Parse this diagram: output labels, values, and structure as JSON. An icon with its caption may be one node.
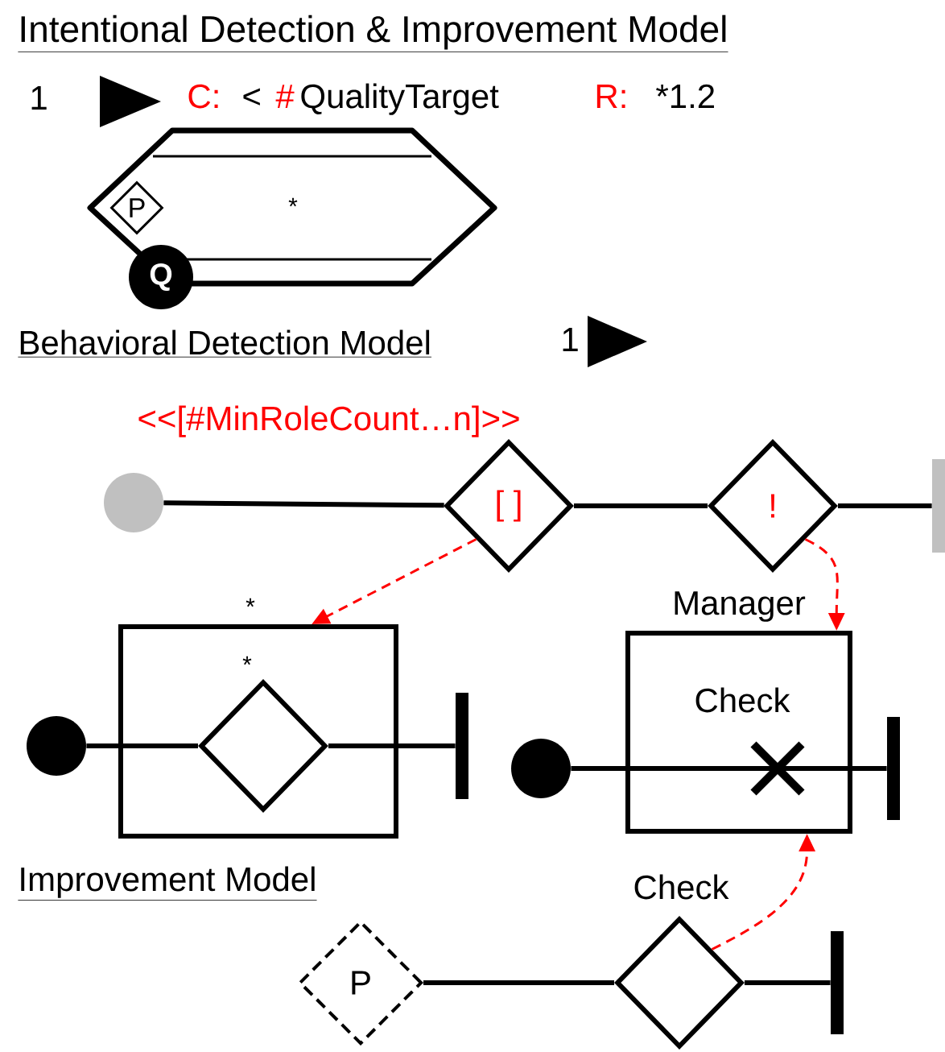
{
  "diagram": {
    "title": "Intentional Detection & Improvement Model",
    "nodes": [
      {
        "text": [
          "*"
        ]
      },
      {
        "text": [
          "P"
        ],
        "in": 0
      },
      {
        "text": [
          "Q"
        ]
      },
      {
        "text": [],
        "shape": "circle"
      },
      {
        "text": [
          "[ ]"
        ]
      },
      {
        "text": [
          "!"
        ]
      },
      {
        "text": [],
        "shape": "bar"
      },
      {
        "text": [],
        "shape": "box",
        "beside": [
          "*"
        ]
      },
      {
        "text": [],
        "shape": "diamond",
        "in": 7,
        "beside": [
          "*"
        ]
      },
      {
        "text": [],
        "shape": "circle"
      },
      {
        "text": [],
        "shape": "bar"
      },
      {
        "text": [
          "Check"
        ],
        "beside": [
          "Manager"
        ]
      },
      {
        "text": [],
        "shape": "cross",
        "in": 11
      },
      {
        "text": [],
        "shape": "circle"
      },
      {
        "text": [],
        "shape": "bar"
      },
      {
        "text": [
          "P"
        ]
      },
      {
        "text": [],
        "shape": "diamond",
        "beside": [
          "Check"
        ]
      },
      {
        "text": [],
        "shape": "bar"
      }
    ],
    "edges": [
      {
        "from": 3,
        "to": 4,
        "arrow": "none"
      },
      {
        "from": 4,
        "to": 5,
        "arrow": "none"
      },
      {
        "from": 5,
        "to": 6,
        "arrow": "none"
      },
      {
        "from": 9,
        "to": 8,
        "arrow": "none"
      },
      {
        "from": 8,
        "to": 10,
        "arrow": "none"
      },
      {
        "from": 13,
        "to": 12,
        "arrow": "none"
      },
      {
        "from": 12,
        "to": 14,
        "arrow": "none"
      },
      {
        "from": 15,
        "to": 16,
        "arrow": "none"
      },
      {
        "from": 16,
        "to": 17,
        "arrow": "none"
      },
      {
        "from": 4,
        "to": 7,
        "arrow": "to",
        "style": "dashed",
        "color": "#ff0000"
      },
      {
        "from": 5,
        "to": 11,
        "arrow": "to",
        "style": "dashed",
        "color": "#ff0000"
      },
      {
        "from": 16,
        "to": 11,
        "arrow": "to",
        "style": "dashed",
        "color": "#ff0000"
      }
    ],
    "labels": [
      "1",
      "C:",
      "<",
      "#",
      "QualityTarget",
      "R:",
      "*1.2",
      "Behavioral Detection Model",
      "1",
      "<<[#MinRoleCount…n]>>",
      "Improvement Model"
    ]
  }
}
